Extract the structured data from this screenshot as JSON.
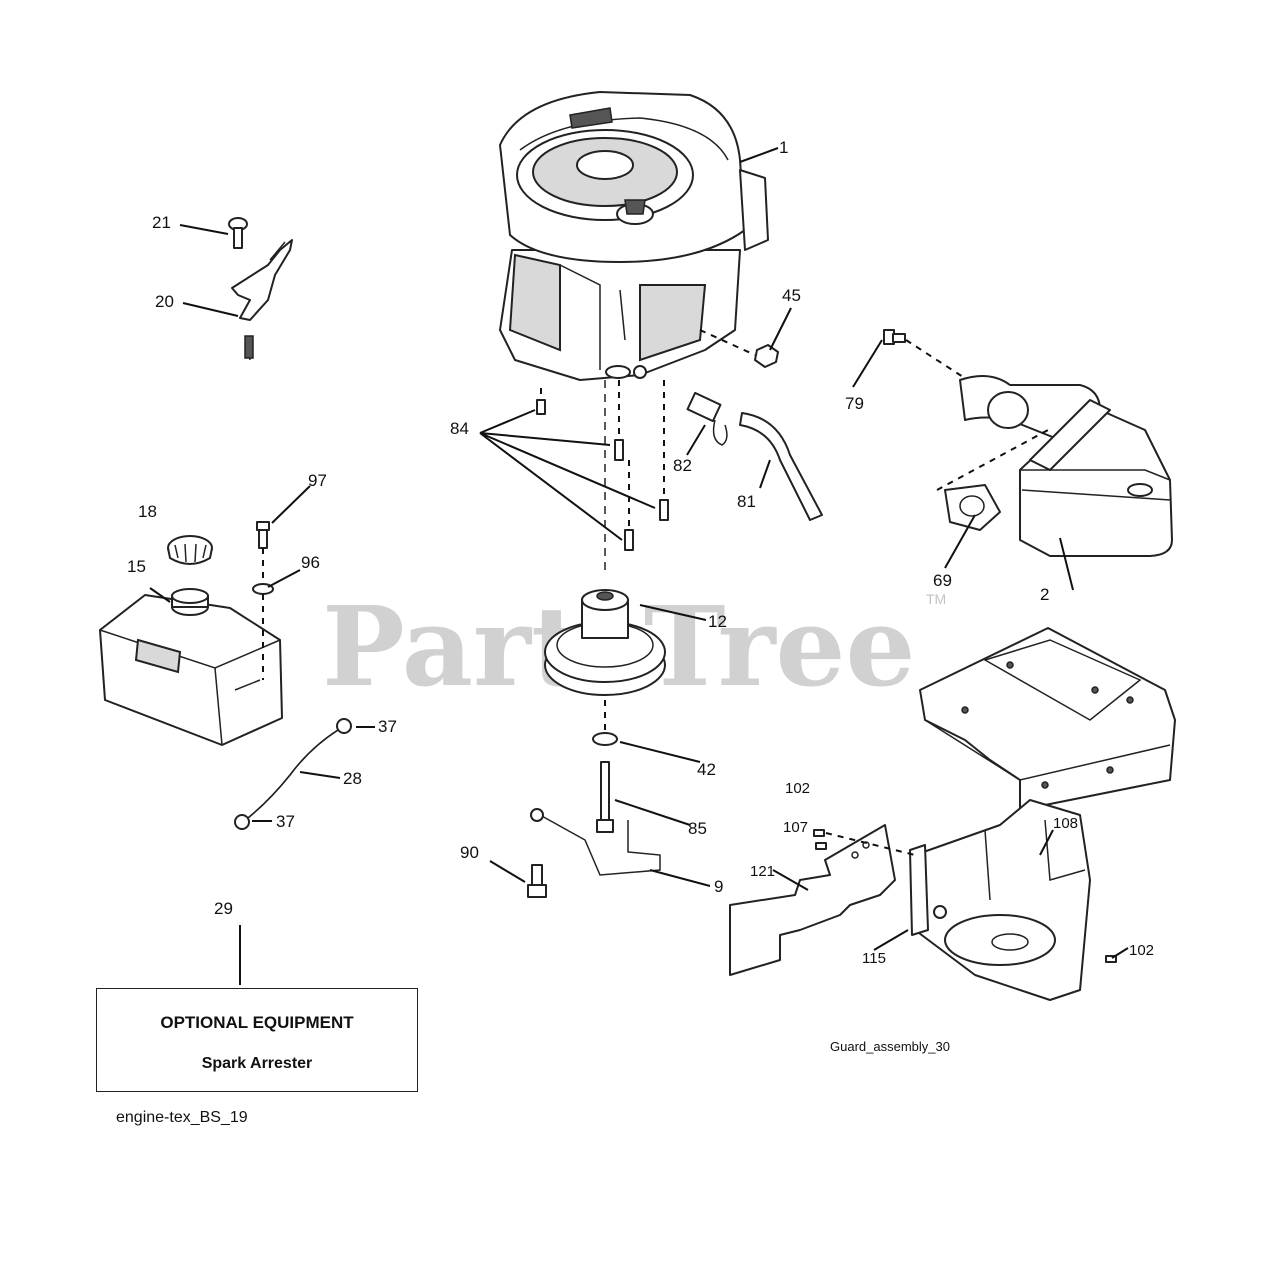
{
  "watermark": {
    "text": "PartsTree",
    "trademark": "TM"
  },
  "callouts": {
    "c1": "1",
    "c2": "2",
    "c9": "9",
    "c12": "12",
    "c15": "15",
    "c18": "18",
    "c20": "20",
    "c21": "21",
    "c28": "28",
    "c29": "29",
    "c37a": "37",
    "c37b": "37",
    "c42": "42",
    "c45": "45",
    "c69": "69",
    "c79": "79",
    "c81": "81",
    "c82": "82",
    "c84": "84",
    "c85": "85",
    "c90": "90",
    "c96": "96",
    "c97": "97",
    "c102a": "102",
    "c102b": "102",
    "c107": "107",
    "c108": "108",
    "c115": "115",
    "c121": "121"
  },
  "optional_box": {
    "title": "OPTIONAL EQUIPMENT",
    "subtitle": "Spark Arrester"
  },
  "figure_codes": {
    "engine": "engine-tex_BS_19",
    "guard": "Guard_assembly_30"
  }
}
